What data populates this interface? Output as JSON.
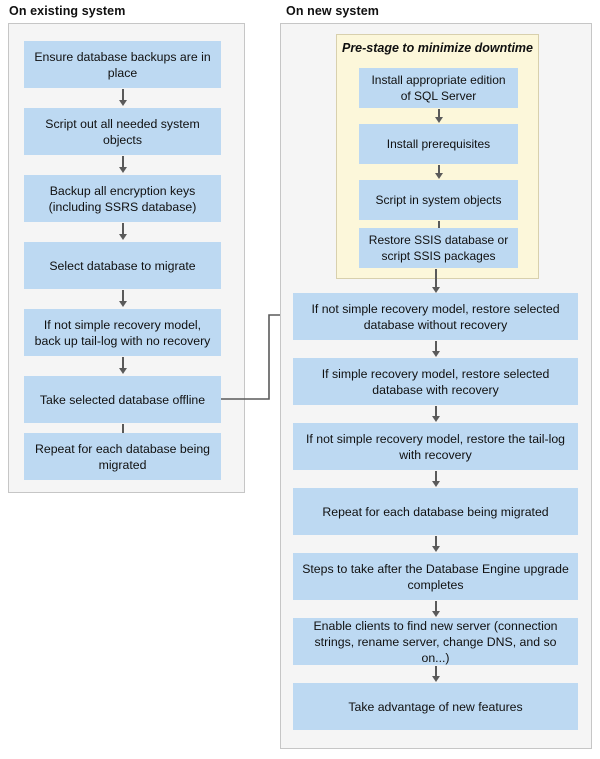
{
  "palette": {
    "node_fill": "#bdd9f2",
    "panel_fill": "#f5f5f5",
    "panel_border": "#c6c6c6",
    "prestage_fill": "#fcf7da",
    "prestage_border": "#d8d0ad",
    "connector": "#5a5a5a",
    "text": "#101010"
  },
  "columns": {
    "existing": {
      "heading": "On existing system",
      "steps": [
        {
          "label": "Ensure database backups are in place"
        },
        {
          "label": "Script out all needed system objects"
        },
        {
          "label": "Backup all encryption keys (including SSRS database)"
        },
        {
          "label": "Select database to migrate"
        },
        {
          "label": "If not simple recovery model, back up tail-log with no recovery"
        },
        {
          "label": "Take selected database offline"
        },
        {
          "label": "Repeat for each database being migrated"
        }
      ]
    },
    "new": {
      "heading": "On new system",
      "prestage": {
        "title": "Pre-stage to minimize downtime",
        "steps": [
          {
            "label": "Install appropriate edition of SQL Server"
          },
          {
            "label": "Install prerequisites"
          },
          {
            "label": "Script in system objects"
          },
          {
            "label": "Restore SSIS database or script SSIS packages"
          }
        ]
      },
      "steps": [
        {
          "label": "If not simple recovery model, restore selected database without recovery"
        },
        {
          "label": "If simple recovery model, restore selected database with recovery"
        },
        {
          "label": "If not simple recovery model, restore the tail-log with recovery"
        },
        {
          "label": "Repeat for each database being migrated"
        },
        {
          "label": "Steps to take after the Database Engine upgrade completes"
        },
        {
          "label": "Enable clients to find new server (connection strings, rename server, change DNS, and so on...)"
        },
        {
          "label": "Take advantage of new features"
        }
      ]
    }
  },
  "connectors": {
    "cross_label": "Take selected database offline leads to If not simple recovery model, restore selected database without recovery"
  }
}
